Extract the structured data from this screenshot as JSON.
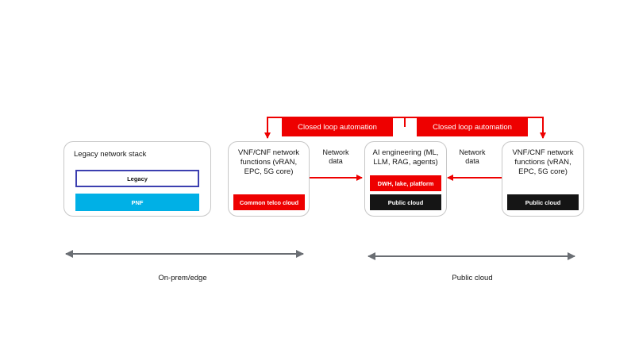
{
  "cards": {
    "legacy": {
      "title": "Legacy network stack",
      "chips": [
        "Legacy",
        "PNF"
      ]
    },
    "vnf_onprem": {
      "title": "VNF/CNF network functions (vRAN, EPC, 5G core)",
      "chip": "Common telco cloud"
    },
    "ai": {
      "title": "AI engineering (ML, LLM, RAG, agents)",
      "chips": [
        "DWH, lake, platform",
        "Public cloud"
      ]
    },
    "vnf_cloud": {
      "title": "VNF/CNF network functions (vRAN, EPC, 5G core)",
      "chip": "Public cloud"
    }
  },
  "loops": [
    "Closed loop automation",
    "Closed loop automation"
  ],
  "flows": [
    "Network data",
    "Network data"
  ],
  "scopes": [
    "On-prem/edge",
    "Public cloud"
  ],
  "colors": {
    "red": "#ee0000",
    "black": "#151515",
    "cyan": "#00b0e6",
    "outline": "#3c3fb0",
    "arrow": "#6a6e73"
  }
}
